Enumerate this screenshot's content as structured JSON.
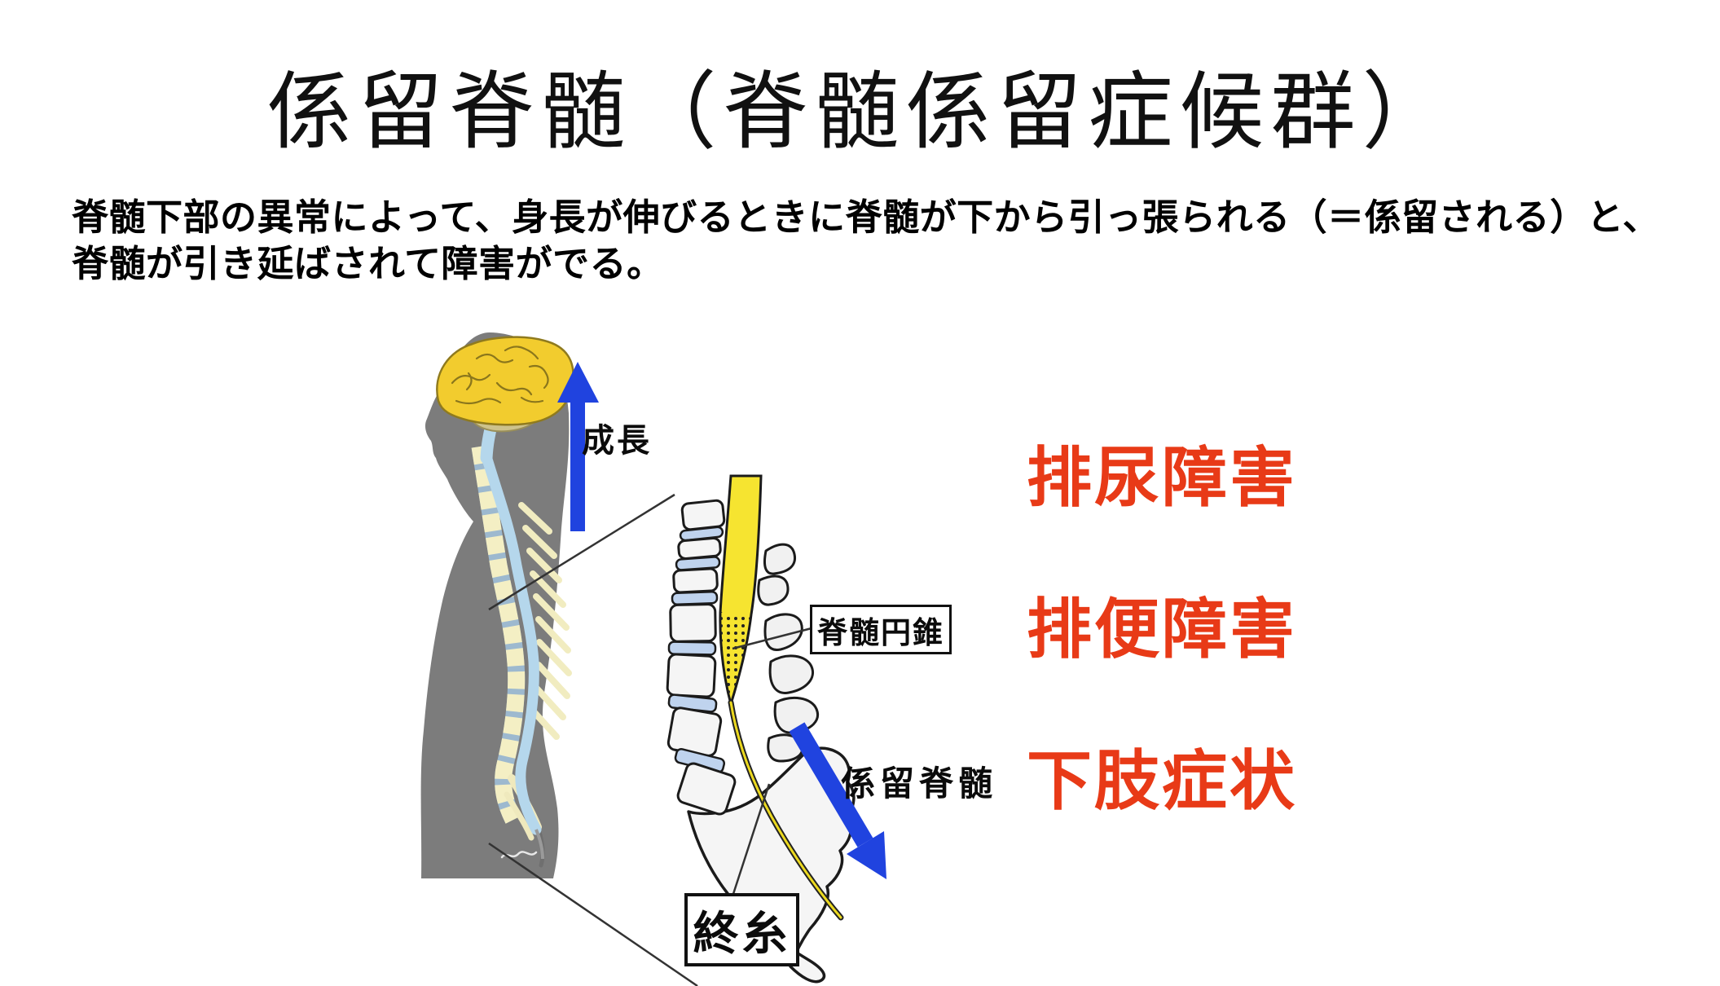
{
  "slide": {
    "title": "係留脊髄（脊髄係留症候群）",
    "description": {
      "line1": "脊髄下部の異常によって、身長が伸びるときに脊髄が下から引っ張られる（＝係留される）と、",
      "line2": "脊髄が引き延ばされて障害がでる。"
    },
    "figure": {
      "growth_label": "成長",
      "conus_label": "脊髄円錐",
      "tethered_label": "係留脊髄",
      "filum_label": "終糸",
      "icons": {
        "up_arrow": "growth-up-arrow-icon",
        "down_arrow": "traction-down-arrow-icon"
      }
    },
    "symptoms": [
      {
        "label": "排尿障害"
      },
      {
        "label": "排便障害"
      },
      {
        "label": "下肢症状"
      }
    ],
    "colors": {
      "symptom_red": "#E83A17",
      "arrow_blue": "#2043DF",
      "silhouette_gray": "#7C7C7C",
      "brain_yellow": "#F2CC2E",
      "cerebellum_tan": "#CDC28C",
      "cord_lightblue": "#B5D7EC",
      "vertebra_cream": "#F4EFC4",
      "spine_yellow": "#F6E430",
      "disc_blue": "#BFD3EE"
    }
  }
}
